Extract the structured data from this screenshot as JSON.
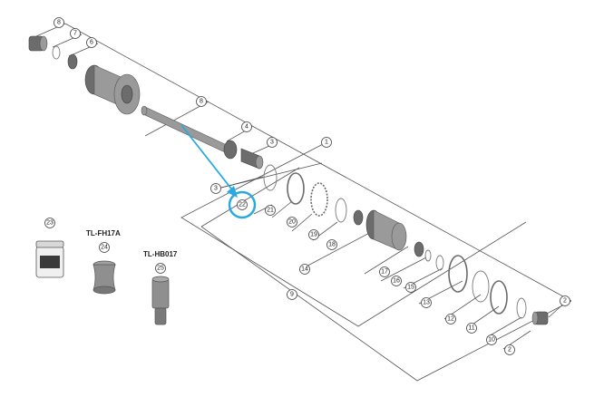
{
  "callouts": {
    "c8a": "8",
    "c7": "7",
    "c6": "6",
    "c8b": "8",
    "c4": "4",
    "c3a": "3",
    "c3b": "3",
    "c1": "1",
    "c22": "22",
    "c21": "21",
    "c20": "20",
    "c19": "19",
    "c18": "18",
    "c17": "17",
    "c16": "16",
    "c15": "15",
    "c14": "14",
    "c13": "13",
    "c12": "12",
    "c11": "11",
    "c10": "10",
    "c9": "9",
    "c2a": "2",
    "c2b": "2",
    "c23": "23",
    "c24": "24",
    "c25": "25"
  },
  "tools": {
    "tool24_label": "TL-FH17A",
    "tool25_label": "TL-HB017"
  },
  "colors": {
    "highlight": "#29a9e1",
    "line": "#555555"
  }
}
